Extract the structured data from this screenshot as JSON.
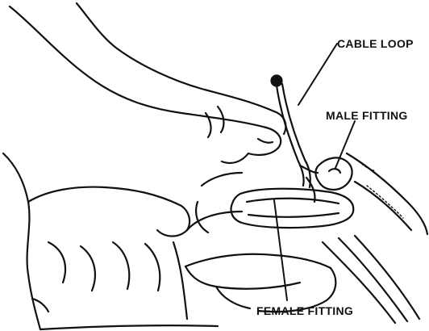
{
  "labels": {
    "cable_loop": "CABLE LOOP",
    "male_fitting": "MALE FITTING",
    "female_fitting": "FEMALE FITTING"
  },
  "colors": {
    "ink": "#111111",
    "background": "#ffffff"
  }
}
